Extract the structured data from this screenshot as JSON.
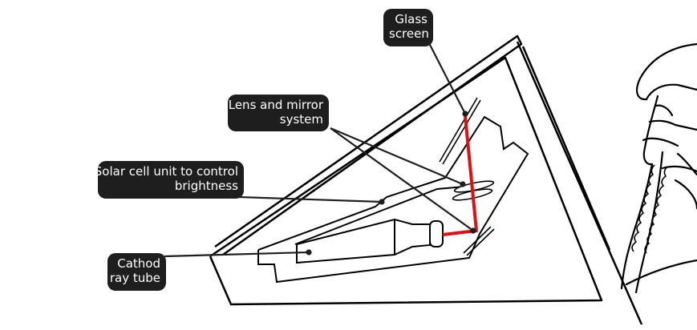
{
  "callouts": {
    "glass_screen": {
      "line1": "Glass",
      "line2": "screen"
    },
    "lens_mirror": {
      "line1": "Lens and mirror",
      "line2": "system"
    },
    "solar_cell": {
      "line1": "Solar cell unit to control",
      "line2": "brightness"
    },
    "cathode": {
      "line1": "Cathod",
      "line2": "ray tube"
    }
  },
  "colors": {
    "beam": "#e01010",
    "callout_bg": "#1e1e1e",
    "callout_text": "#ffffff",
    "ink": "#000000"
  }
}
